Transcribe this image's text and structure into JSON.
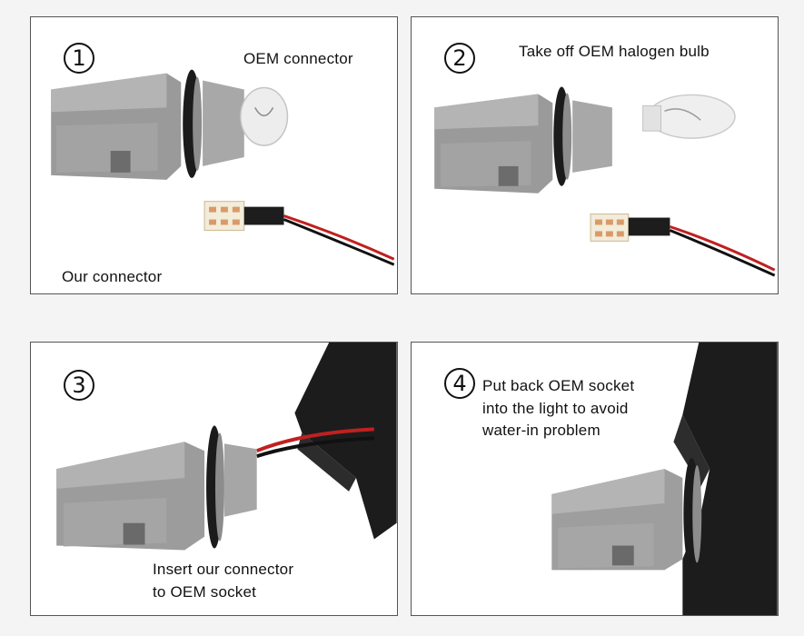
{
  "panels": [
    {
      "step": "1",
      "caption": "OEM connector",
      "caption2": "Our connector"
    },
    {
      "step": "2",
      "caption": "Take off OEM halogen bulb"
    },
    {
      "step": "3",
      "caption_lines": [
        "Insert our connector",
        "to OEM socket"
      ]
    },
    {
      "step": "4",
      "caption_lines": [
        "Put back OEM socket",
        "into the light to avoid",
        "water-in problem"
      ]
    }
  ]
}
